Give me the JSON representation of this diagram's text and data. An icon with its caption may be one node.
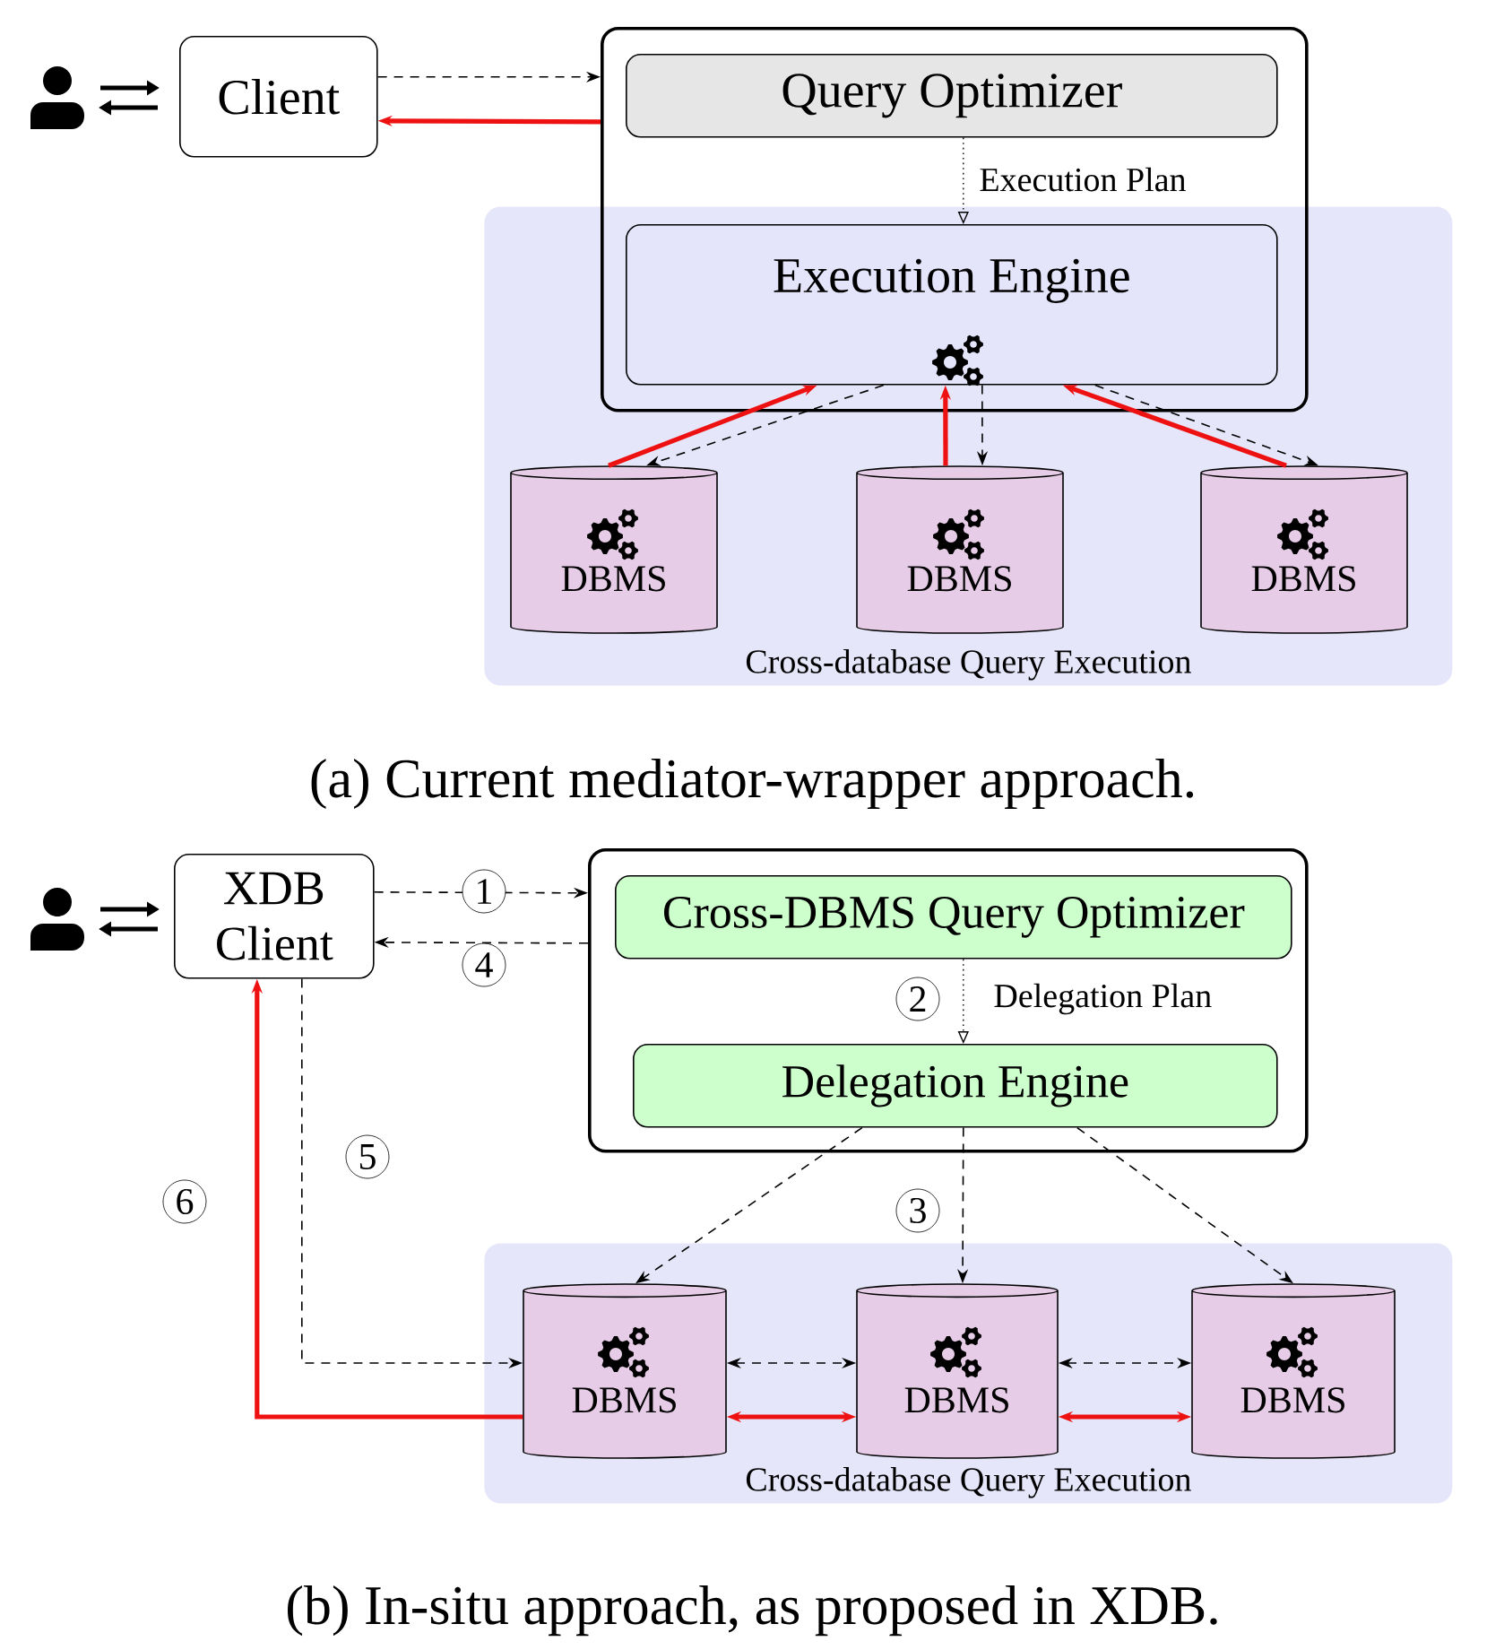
{
  "diagram": {
    "nodes": [
      {
        "text": [
          "Client"
        ]
      },
      {
        "text": [],
        "shape": "box"
      },
      {
        "text": [
          "Query Optimizer"
        ],
        "in": 1
      },
      {
        "text": [
          "Cross-database Query Execution"
        ]
      },
      {
        "text": [
          "Execution Engine"
        ]
      },
      {
        "text": [
          "DBMS"
        ],
        "in": 3
      },
      {
        "text": [
          "DBMS"
        ],
        "in": 3
      },
      {
        "text": [
          "DBMS"
        ],
        "in": 3
      },
      {
        "text": [
          "XDB Client"
        ]
      },
      {
        "text": [],
        "shape": "box"
      },
      {
        "text": [
          "Cross-DBMS Query Optimizer"
        ],
        "in": 9
      },
      {
        "text": [
          "Delegation Engine"
        ],
        "in": 9
      },
      {
        "text": [
          "Cross-database Query Execution"
        ]
      },
      {
        "text": [
          "DBMS"
        ],
        "in": 12
      },
      {
        "text": [
          "DBMS"
        ],
        "in": 12
      },
      {
        "text": [
          "DBMS"
        ],
        "in": 12
      }
    ],
    "edges": [
      {
        "from": 0,
        "to": 1,
        "arrow": "to",
        "style": "dashed"
      },
      {
        "from": 1,
        "to": 0,
        "arrow": "to",
        "style": "thick",
        "color": "#ee1111"
      },
      {
        "from": 2,
        "to": 4,
        "arrow": "to",
        "style": "dashed",
        "label": "Execution Plan"
      },
      {
        "from": 4,
        "to": 5,
        "arrow": "to",
        "style": "dashed"
      },
      {
        "from": 5,
        "to": 4,
        "arrow": "to",
        "style": "thick",
        "color": "#ee1111"
      },
      {
        "from": 4,
        "to": 6,
        "arrow": "to",
        "style": "dashed"
      },
      {
        "from": 6,
        "to": 4,
        "arrow": "to",
        "style": "thick",
        "color": "#ee1111"
      },
      {
        "from": 4,
        "to": 7,
        "arrow": "to",
        "style": "dashed"
      },
      {
        "from": 7,
        "to": 4,
        "arrow": "to",
        "style": "thick",
        "color": "#ee1111"
      },
      {
        "from": 8,
        "to": 9,
        "arrow": "to",
        "style": "dashed",
        "label": "1"
      },
      {
        "from": 9,
        "to": 8,
        "arrow": "to",
        "style": "dashed",
        "label": "4"
      },
      {
        "from": 10,
        "to": 11,
        "arrow": "to",
        "style": "dashed",
        "label": "Delegation Plan"
      },
      {
        "from": 11,
        "to": 13,
        "arrow": "to",
        "style": "dashed"
      },
      {
        "from": 11,
        "to": 14,
        "arrow": "to",
        "style": "dashed",
        "label": "3"
      },
      {
        "from": 11,
        "to": 15,
        "arrow": "to",
        "style": "dashed"
      },
      {
        "from": 8,
        "to": 13,
        "arrow": "to",
        "style": "dashed",
        "label": "5"
      },
      {
        "from": 13,
        "to": 8,
        "arrow": "to",
        "style": "thick",
        "color": "#ee1111",
        "label": "6"
      },
      {
        "from": 13,
        "to": 14,
        "arrow": "both",
        "style": "dashed"
      },
      {
        "from": 14,
        "to": 15,
        "arrow": "both",
        "style": "dashed"
      },
      {
        "from": 13,
        "to": 14,
        "arrow": "both",
        "style": "thick",
        "color": "#ee1111"
      },
      {
        "from": 14,
        "to": 15,
        "arrow": "both",
        "style": "thick",
        "color": "#ee1111"
      }
    ],
    "labels": [
      "(a) Current mediator-wrapper approach.",
      "2",
      "(b) In-situ approach, as proposed in XDB."
    ]
  }
}
